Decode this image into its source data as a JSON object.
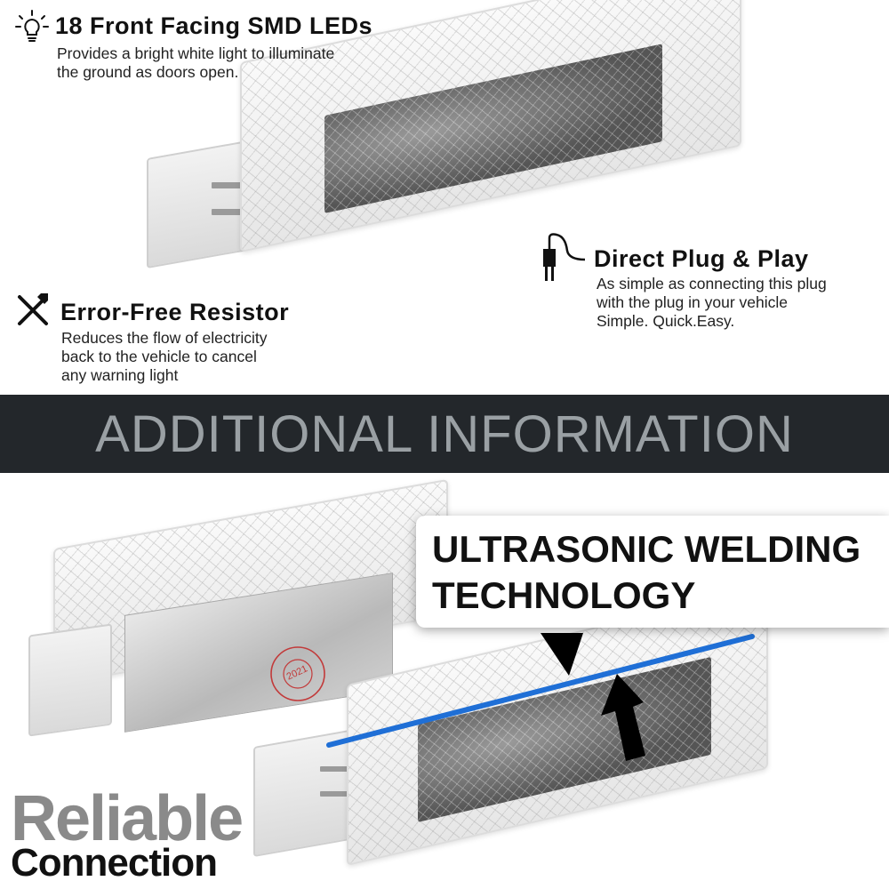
{
  "features": {
    "leds": {
      "icon": "lightbulb-icon",
      "title": "18 Front Facing SMD LEDs",
      "description": "Provides a bright white light to illuminate\nthe ground as doors open."
    },
    "resistor": {
      "icon": "tools-icon",
      "title": "Error-Free Resistor",
      "description": "Reduces the flow of electricity\nback to the vehicle to cancel\nany warning light"
    },
    "plug": {
      "icon": "plug-icon",
      "title": "Direct Plug & Play",
      "description": "As simple as connecting this plug\nwith the plug in your vehicle\nSimple. Quick.Easy."
    }
  },
  "banner": {
    "text": "ADDITIONAL INFORMATION"
  },
  "welding": {
    "text": "ULTRASONIC WELDING\nTECHNOLOGY"
  },
  "stamp": {
    "year": "2021"
  },
  "tagline": {
    "line1": "Reliable",
    "line2": "Connection"
  },
  "colors": {
    "banner_bg": "#23272b",
    "banner_text": "#9aa0a4",
    "weld_line": "#1f6fd6",
    "reliable_text": "#8a8a8a"
  }
}
